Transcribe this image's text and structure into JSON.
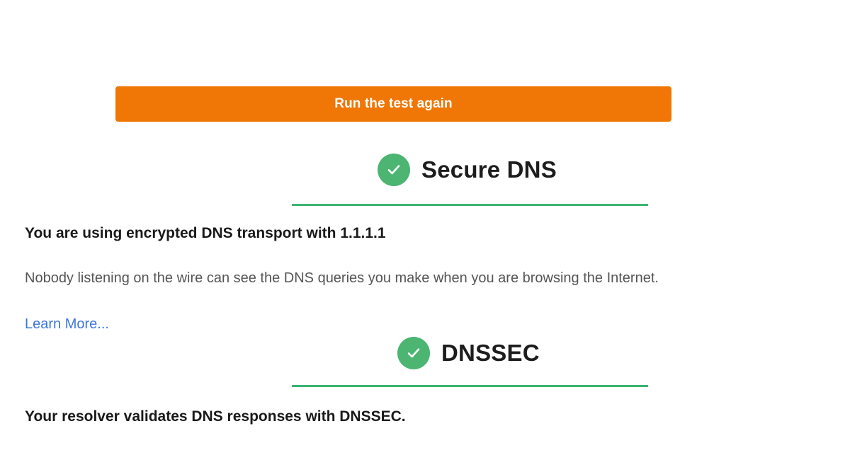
{
  "colors": {
    "button_orange": "#F07605",
    "check_green": "#4CB571",
    "rule_green": "#3CB371",
    "link_blue": "#3C78D8",
    "heading_text": "#1d1d1d",
    "body_text": "#555555",
    "page_background": "#ffffff"
  },
  "actions": {
    "run_test_label": "Run the test again"
  },
  "sections": [
    {
      "id": "secure-dns",
      "title": "Secure DNS",
      "status_icon": "check-circle-icon",
      "headline": "You are using encrypted DNS transport with 1.1.1.1",
      "paragraph": "Nobody listening on the wire can see the DNS queries you make when you are browsing the Internet.",
      "link_label": "Learn More..."
    },
    {
      "id": "dnssec",
      "title": "DNSSEC",
      "status_icon": "check-circle-icon",
      "headline": "Your resolver validates DNS responses with DNSSEC.",
      "paragraph": "",
      "link_label": ""
    }
  ]
}
